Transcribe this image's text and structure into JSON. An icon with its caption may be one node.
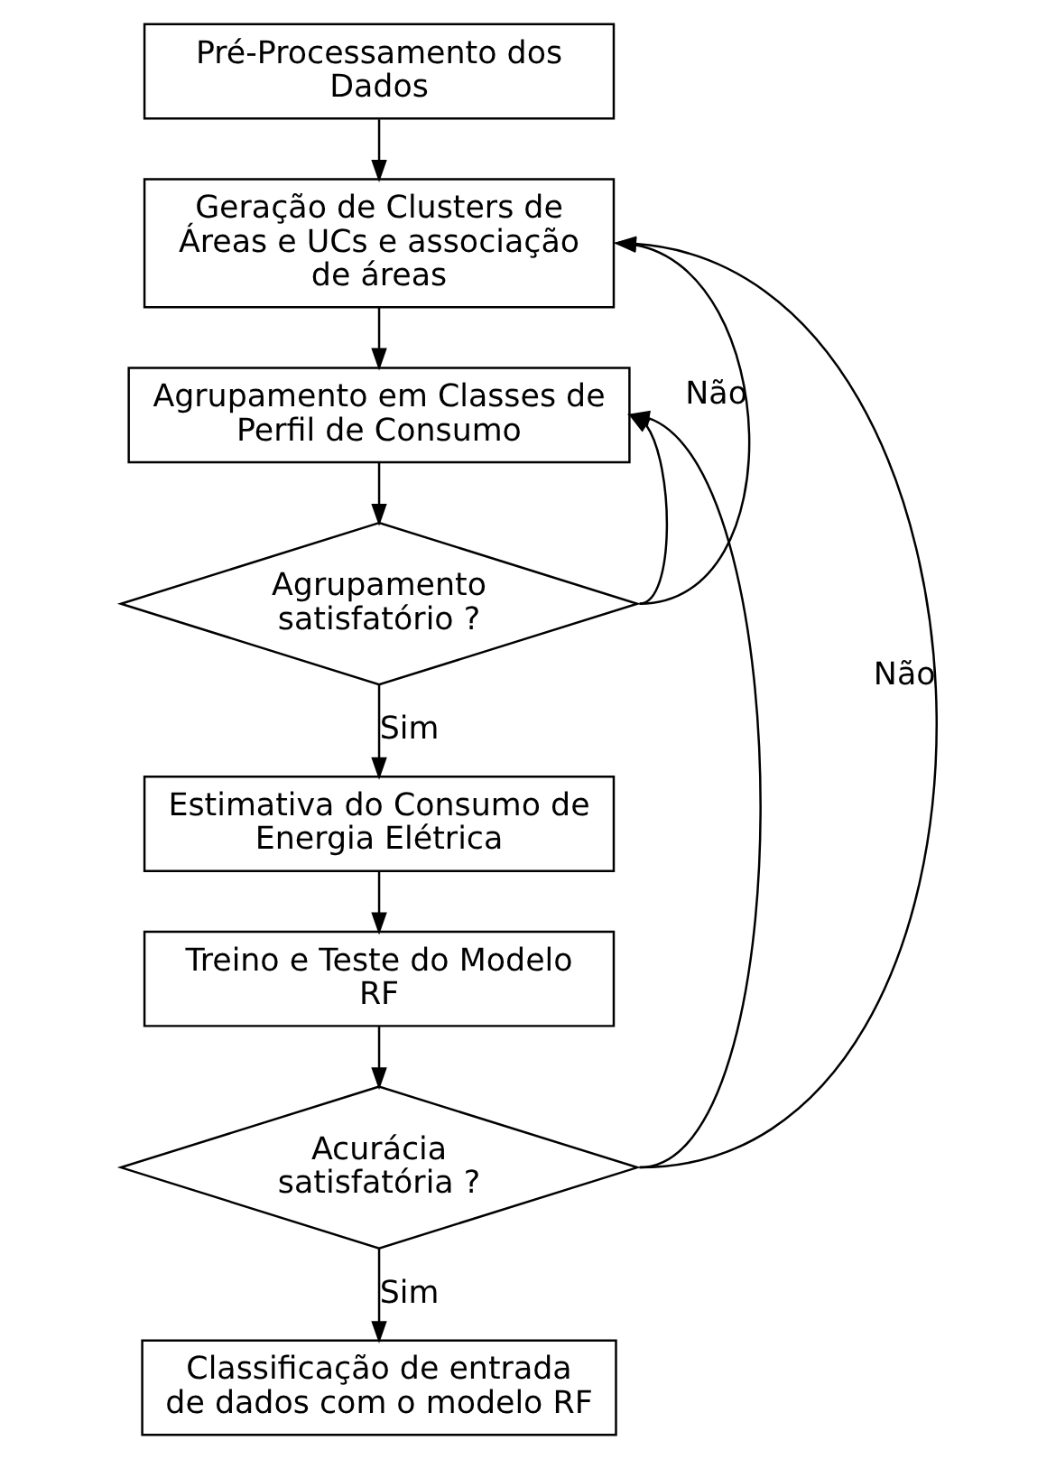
{
  "diagram": {
    "nodes": [
      {
        "text": [
          "Pré-Processamento dos Dados"
        ]
      },
      {
        "text": [
          "Geração de Clusters de Áreas e UCs e associação de áreas"
        ]
      },
      {
        "text": [
          "Agrupamento em Classes de Perfil de Consumo"
        ]
      },
      {
        "text": [
          "Agrupamento satisfatório ?"
        ]
      },
      {
        "text": [
          "Estimativa do Consumo de Energia Elétrica"
        ]
      },
      {
        "text": [
          "Treino e Teste do Modelo RF"
        ]
      },
      {
        "text": [
          "Acurácia satisfatória ?"
        ]
      },
      {
        "text": [
          "Classificação de entrada de dados com o modelo RF"
        ]
      }
    ],
    "edges": [
      {
        "from": 0,
        "to": 1,
        "arrow": "to"
      },
      {
        "from": 1,
        "to": 2,
        "arrow": "to"
      },
      {
        "from": 2,
        "to": 3,
        "arrow": "to"
      },
      {
        "from": 3,
        "to": 4,
        "arrow": "to",
        "label": "Sim"
      },
      {
        "from": 4,
        "to": 5,
        "arrow": "to"
      },
      {
        "from": 5,
        "to": 6,
        "arrow": "to"
      },
      {
        "from": 6,
        "to": 7,
        "arrow": "to",
        "label": "Sim"
      },
      {
        "from": 3,
        "to": 1,
        "arrow": "to",
        "label": "Não"
      },
      {
        "from": 3,
        "to": 2,
        "arrow": "to"
      },
      {
        "from": 6,
        "to": 1,
        "arrow": "to",
        "label": "Não"
      },
      {
        "from": 6,
        "to": 2,
        "arrow": "to"
      }
    ]
  }
}
